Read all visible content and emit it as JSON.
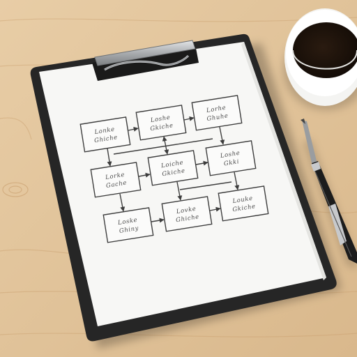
{
  "scene": {
    "colors": {
      "desk": "#e2c49c",
      "desk_grain": "#c99f6e",
      "clipboard": "#262626",
      "clip_metal": "#b9bcbf",
      "paper": "#f7f7f5",
      "ink": "#3d3d3d",
      "mug": "#f4f4f2",
      "coffee": "#1e140d",
      "pen": "#1c1c1c",
      "pen_trim": "#c7c9cc"
    },
    "flowchart": {
      "boxes": [
        {
          "line1": "Lonke",
          "line2": "Ghiche"
        },
        {
          "line1": "Loshe",
          "line2": "Gkiche"
        },
        {
          "line1": "Lorhe",
          "line2": "Ghuhe"
        },
        {
          "line1": "Lorke",
          "line2": "Gache"
        },
        {
          "line1": "Loiche",
          "line2": "Gkiche"
        },
        {
          "line1": "Loshe",
          "line2": "Gkki"
        },
        {
          "line1": "Loske",
          "line2": "Ghiny"
        },
        {
          "line1": "Lovke",
          "line2": "Ghiche"
        },
        {
          "line1": "Louke",
          "line2": "Gkiche"
        }
      ]
    }
  }
}
